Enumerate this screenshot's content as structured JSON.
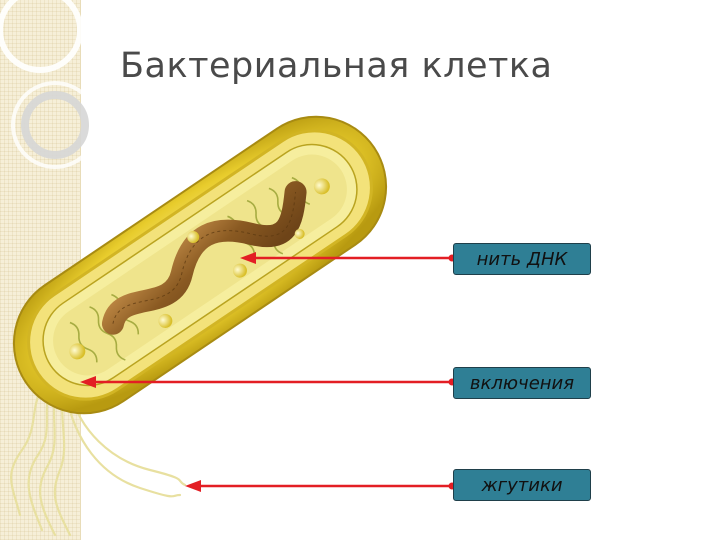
{
  "slide": {
    "title": "Бактериальная клетка"
  },
  "labels": {
    "dna": "нить ДНК",
    "inclusions": "включения",
    "flagella": "жгутики"
  },
  "colors": {
    "arrow": "#e31e24",
    "label_box": "#2f7f95",
    "cell_wall": "#e6c92a",
    "cytoplasm": "#f4ea9a",
    "dna": "#9b6a2e"
  }
}
